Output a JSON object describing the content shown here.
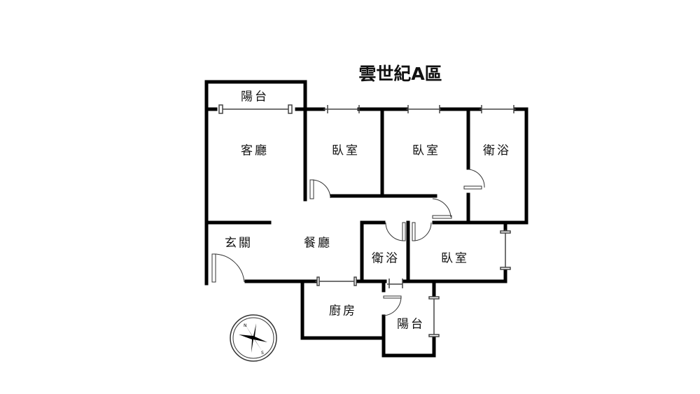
{
  "title": "雲世紀A區",
  "rooms": {
    "balcony_top": "陽台",
    "living_room": "客廳",
    "bedroom_1": "臥室",
    "bedroom_2": "臥室",
    "bathroom_1": "衛浴",
    "entrance": "玄關",
    "dining_room": "餐廳",
    "bathroom_2": "衛浴",
    "bedroom_3": "臥室",
    "kitchen": "廚房",
    "balcony_bottom": "陽台"
  },
  "compass": {
    "north": "N",
    "south": "S"
  },
  "colors": {
    "wall": "#000000",
    "door": "#555555"
  }
}
